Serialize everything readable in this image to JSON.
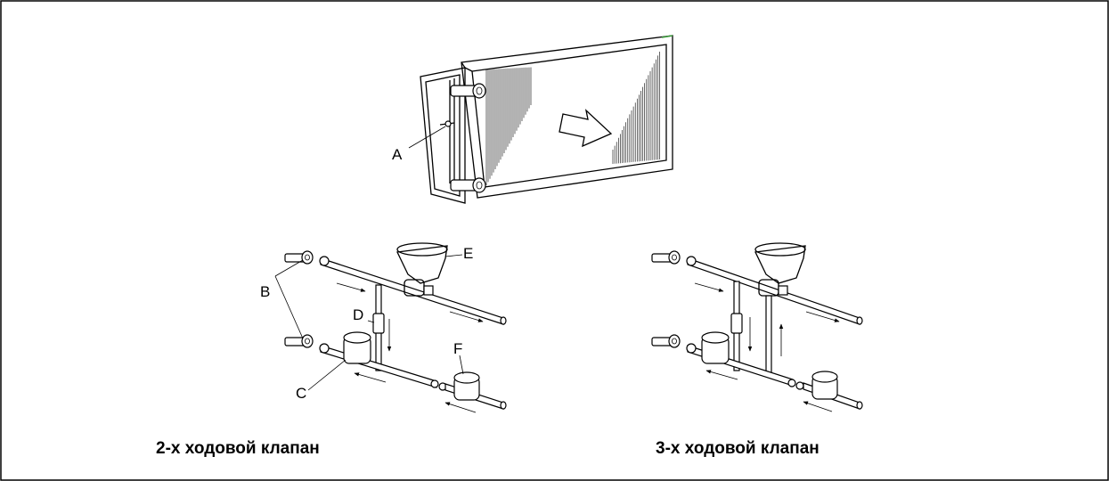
{
  "labels": {
    "A": "A",
    "B": "B",
    "C": "C",
    "D": "D",
    "E": "E",
    "F": "F"
  },
  "captions": {
    "left": "2-х ходовой клапан",
    "right": "3-х ходовой клапан"
  }
}
